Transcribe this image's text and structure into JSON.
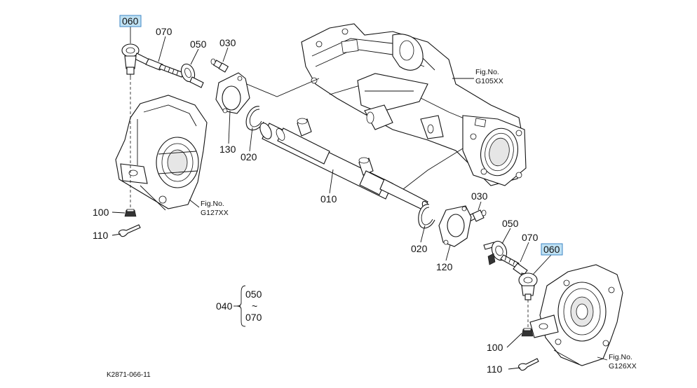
{
  "diagram": {
    "code": "K2871-066-11",
    "fig_refs": {
      "frame": {
        "line1": "Fig.No.",
        "line2": "G105XX"
      },
      "left_housing": {
        "line1": "Fig.No.",
        "line2": "G127XX"
      },
      "right_housing": {
        "line1": "Fig.No.",
        "line2": "G126XX"
      }
    },
    "parts": {
      "p060_left": "060",
      "p070_left": "070",
      "p050_left": "050",
      "p030_left": "030",
      "p130": "130",
      "p020_left": "020",
      "p010": "010",
      "p100_left": "100",
      "p110_left": "110",
      "p030_right": "030",
      "p050_right": "050",
      "p070_right": "070",
      "p060_right": "060",
      "p020_right": "020",
      "p120": "120",
      "p100_right": "100",
      "p110_right": "110"
    },
    "kit": {
      "label": "040",
      "from": "050",
      "tilde": "~",
      "to": "070"
    },
    "highlight_color": "#bfe1f3"
  }
}
